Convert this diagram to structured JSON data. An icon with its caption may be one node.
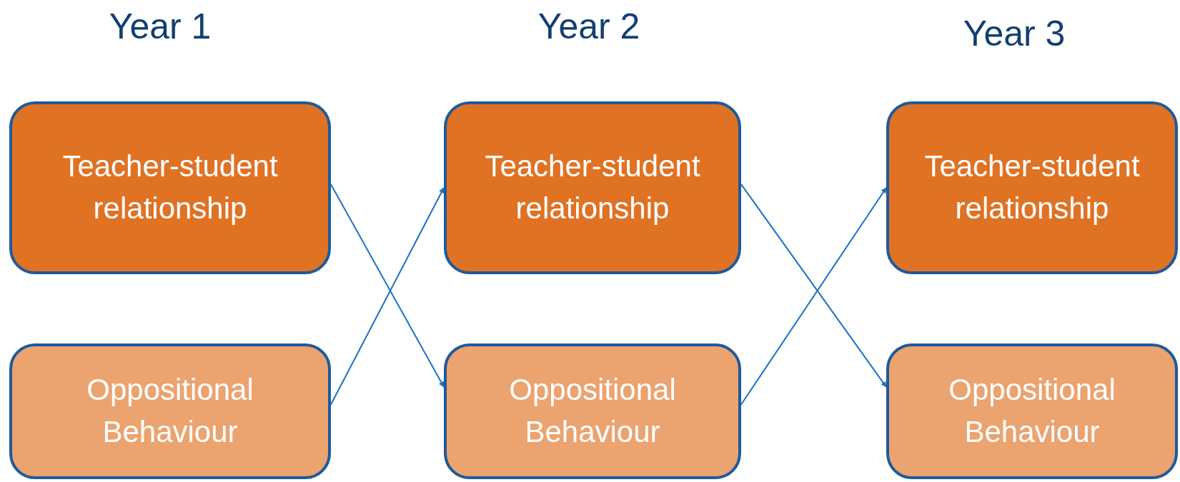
{
  "diagram": {
    "nodes": [
      {
        "text": [
          "Teacher-student relationship"
        ]
      },
      {
        "text": [
          "Teacher-student relationship"
        ]
      },
      {
        "text": [
          "Teacher-student relationship"
        ]
      },
      {
        "text": [
          "Oppositional Behaviour"
        ]
      },
      {
        "text": [
          "Oppositional Behaviour"
        ]
      },
      {
        "text": [
          "Oppositional Behaviour"
        ]
      }
    ],
    "edges": [
      {
        "from": 0,
        "to": 4,
        "arrow": "to"
      },
      {
        "from": 3,
        "to": 1,
        "arrow": "to"
      },
      {
        "from": 1,
        "to": 5,
        "arrow": "to"
      },
      {
        "from": 4,
        "to": 2,
        "arrow": "to"
      }
    ],
    "labels": [
      "Year 1",
      "Year 2",
      "Year 3"
    ]
  }
}
